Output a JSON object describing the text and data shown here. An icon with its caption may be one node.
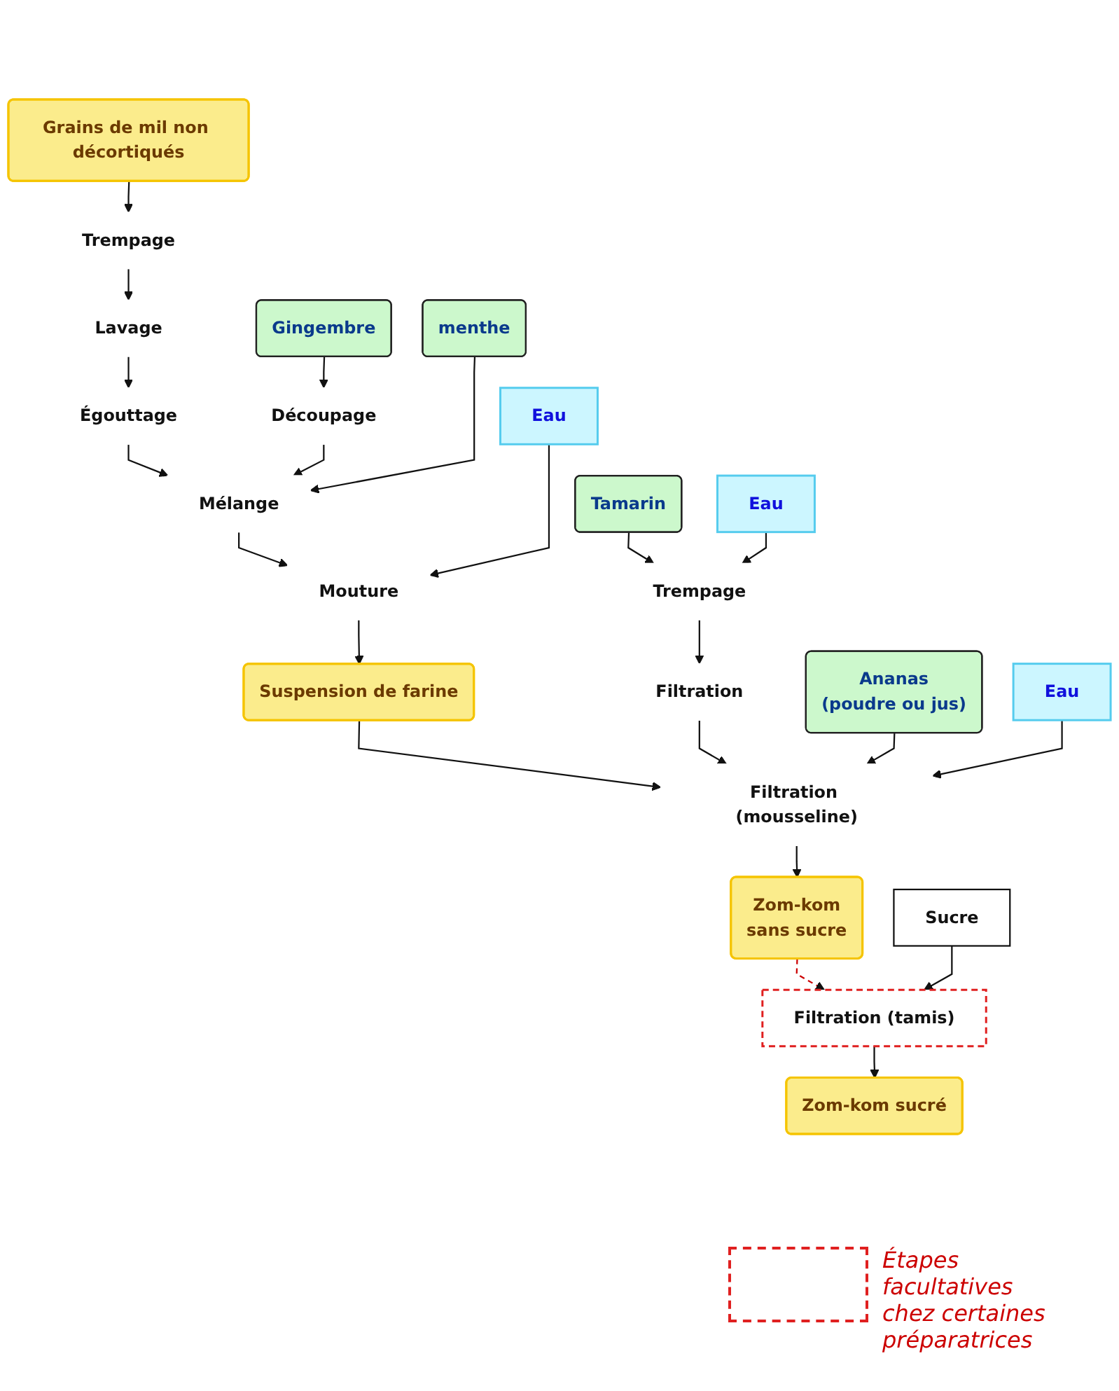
{
  "diagram": {
    "nodes": [
      {
        "text": [
          "Grains de mil non décortiqués"
        ]
      },
      {
        "text": [
          "Trempage"
        ]
      },
      {
        "text": [
          "Gingembre"
        ]
      },
      {
        "text": [
          "menthe"
        ]
      },
      {
        "text": [
          "Découpage"
        ]
      },
      {
        "text": [
          "Lavage"
        ]
      },
      {
        "text": [
          "Égouttage"
        ]
      },
      {
        "text": [
          "Mélange"
        ]
      },
      {
        "text": [
          "Eau"
        ]
      },
      {
        "text": [
          "Mouture"
        ]
      },
      {
        "text": [
          "Tamarin"
        ]
      },
      {
        "text": [
          "Trempage"
        ]
      },
      {
        "text": [
          "Eau"
        ]
      },
      {
        "text": [
          "Suspension de farine"
        ]
      },
      {
        "text": [
          "Filtration"
        ]
      },
      {
        "text": [
          "Ananas",
          "(poudre ou jus)"
        ]
      },
      {
        "text": [
          "Eau"
        ]
      },
      {
        "text": [
          "Filtration (mousseline)"
        ]
      },
      {
        "text": [
          "Zom-kom",
          "sans sucre"
        ]
      },
      {
        "text": [
          "Sucre"
        ]
      },
      {
        "text": [
          "Filtration (tamis)"
        ]
      },
      {
        "text": [
          "Zom-kom sucré"
        ]
      }
    ],
    "edges": [
      {
        "from": 0,
        "to": 1,
        "arrow": "to"
      },
      {
        "from": 1,
        "to": 5,
        "arrow": "to"
      },
      {
        "from": 5,
        "to": 6,
        "arrow": "to"
      },
      {
        "from": 6,
        "to": 7,
        "arrow": "to"
      },
      {
        "from": 2,
        "to": 4,
        "arrow": "to"
      },
      {
        "from": 4,
        "to": 7,
        "arrow": "to"
      },
      {
        "from": 3,
        "to": 7,
        "arrow": "to"
      },
      {
        "from": 7,
        "to": 9,
        "arrow": "to"
      },
      {
        "from": 8,
        "to": 9,
        "arrow": "to"
      },
      {
        "from": 9,
        "to": 13,
        "arrow": "to"
      },
      {
        "from": 10,
        "to": 11,
        "arrow": "to"
      },
      {
        "from": 12,
        "to": 11,
        "arrow": "to"
      },
      {
        "from": 11,
        "to": 14,
        "arrow": "to"
      },
      {
        "from": 13,
        "to": 17,
        "arrow": "to"
      },
      {
        "from": 14,
        "to": 17,
        "arrow": "to"
      },
      {
        "from": 15,
        "to": 17,
        "arrow": "to"
      },
      {
        "from": 16,
        "to": 17,
        "arrow": "to"
      },
      {
        "from": 17,
        "to": 18,
        "arrow": "to"
      },
      {
        "from": 18,
        "to": 20,
        "arrow": "to",
        "style": "dashed",
        "color": "#cc0000"
      },
      {
        "from": 19,
        "to": 20,
        "arrow": "to"
      },
      {
        "from": 20,
        "to": 21,
        "arrow": "to"
      }
    ],
    "legend": [
      {
        "text": "Étapes facultatives chez certaines préparatrices"
      }
    ]
  }
}
